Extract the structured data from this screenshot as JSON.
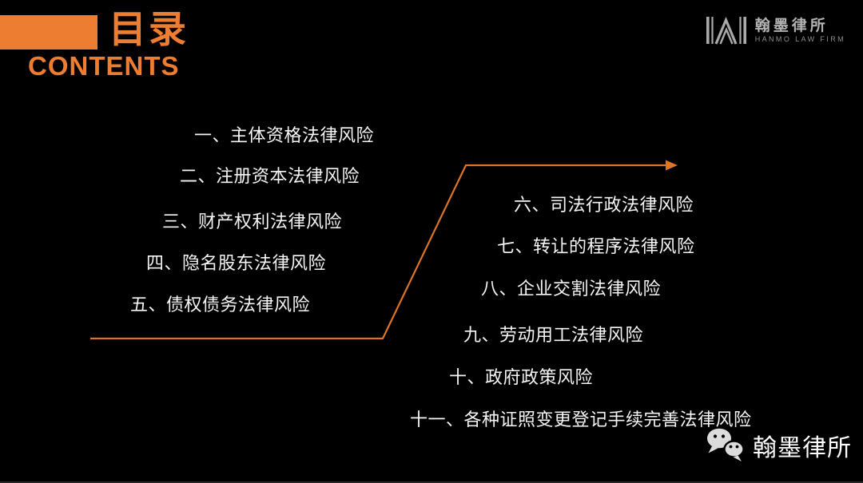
{
  "header": {
    "title_cn": "目录",
    "title_en": "CONTENTS"
  },
  "logo": {
    "name_cn": "翰墨律所",
    "name_en": "HANMO LAW FIRM"
  },
  "toc": {
    "left_items": [
      "一、主体资格法律风险",
      "二、注册资本法律风险",
      "三、财产权利法律风险",
      "四、隐名股东法律风险",
      "五、债权债务法律风险"
    ],
    "right_items": [
      "六、司法行政法律风险",
      "七、转让的程序法律风险",
      "八、企业交割法律风险",
      "九、劳动用工法律风险",
      "十、政府政策风险",
      "十一、各种证照变更登记手续完善法律风险"
    ]
  },
  "footer": {
    "wechat_name": "翰墨律所"
  },
  "colors": {
    "accent": "#ED7D31",
    "arrow": "#DD7428",
    "text": "#F5F5F5",
    "logo_gray": "#A9A9A9",
    "wechat_icon_gray": "#DCDCDC",
    "background": "#000000"
  }
}
